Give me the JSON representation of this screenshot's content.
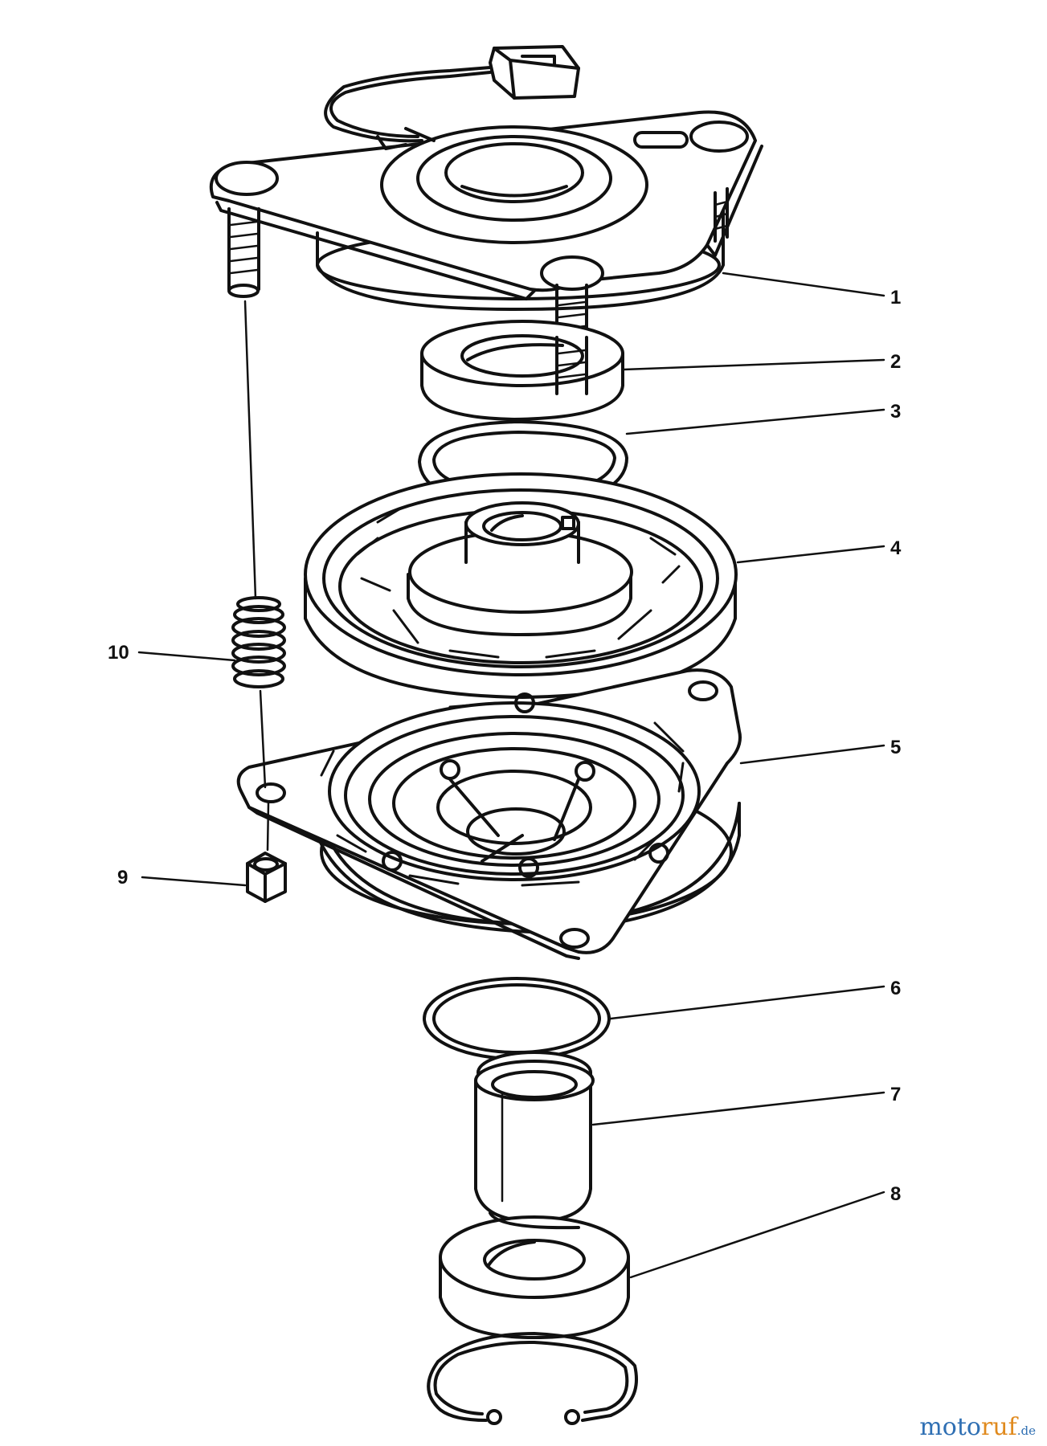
{
  "diagram": {
    "callouts": [
      {
        "id": "1",
        "label": "1"
      },
      {
        "id": "2",
        "label": "2"
      },
      {
        "id": "3",
        "label": "3"
      },
      {
        "id": "4",
        "label": "4"
      },
      {
        "id": "5",
        "label": "5"
      },
      {
        "id": "6",
        "label": "6"
      },
      {
        "id": "7",
        "label": "7"
      },
      {
        "id": "8",
        "label": "8"
      },
      {
        "id": "9",
        "label": "9"
      },
      {
        "id": "10",
        "label": "10"
      }
    ]
  },
  "watermark": {
    "part_a": "moto",
    "part_b": "ruf",
    "part_c": ".de"
  },
  "colors": {
    "ink": "#111111",
    "paper": "#ffffff",
    "brand_blue": "#2f6fb3",
    "brand_orange": "#e08a1e"
  }
}
